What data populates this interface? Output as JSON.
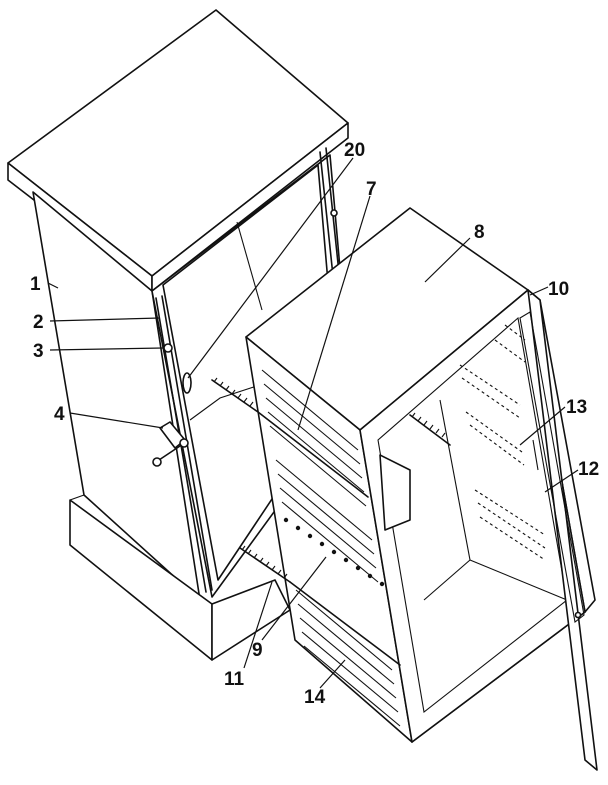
{
  "labels": {
    "n1": "1",
    "n2": "2",
    "n3": "3",
    "n4": "4",
    "n7": "7",
    "n8": "8",
    "n9": "9",
    "n10": "10",
    "n11": "11",
    "n12": "12",
    "n13": "13",
    "n14": "14",
    "n20": "20"
  }
}
